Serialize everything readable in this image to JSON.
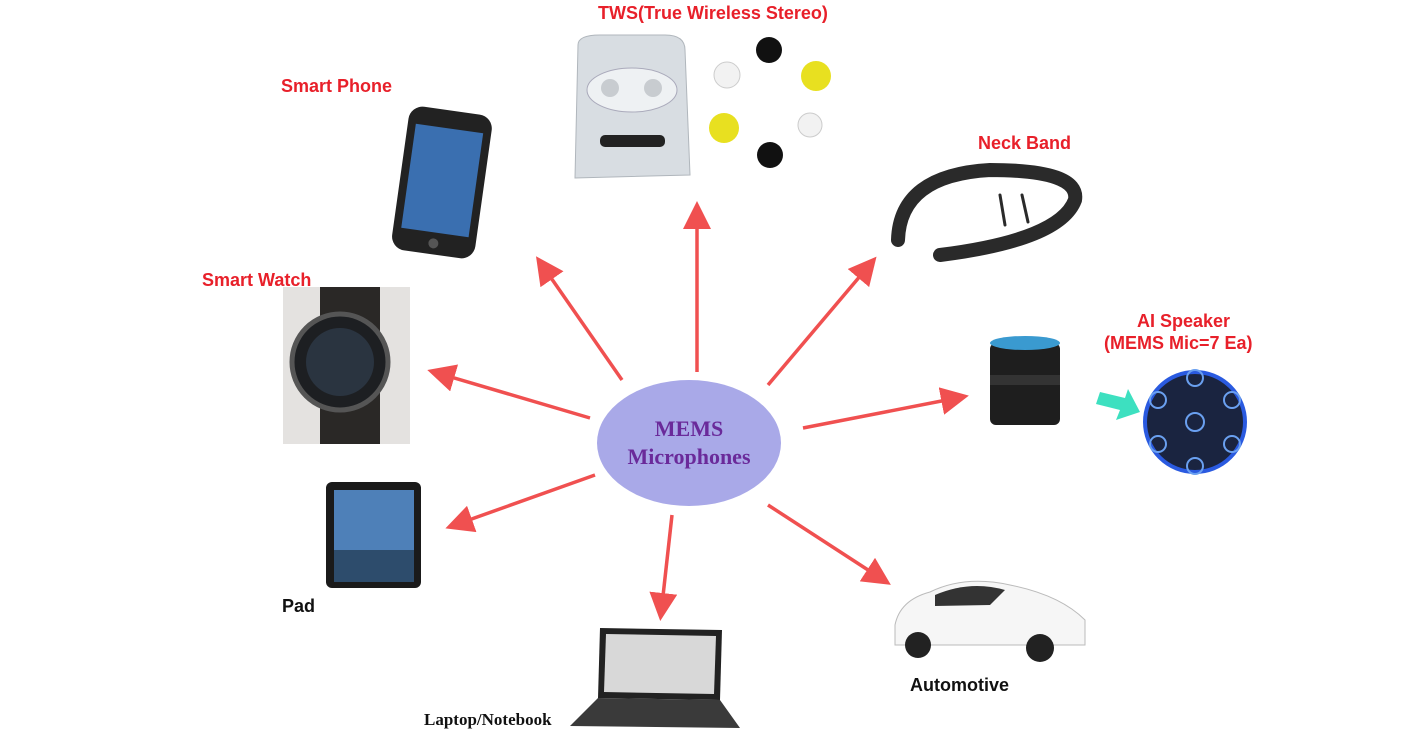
{
  "center": {
    "line1": "MEMS",
    "line2": "Microphones"
  },
  "nodes": {
    "tws": "TWS(True Wireless Stereo)",
    "smart_phone": "Smart Phone",
    "neck_band": "Neck Band",
    "smart_watch": "Smart Watch",
    "ai_speaker_line1": "AI Speaker",
    "ai_speaker_line2": "(MEMS Mic=7 Ea)",
    "pad": "Pad",
    "automotive": "Automotive",
    "laptop": "Laptop/Notebook"
  },
  "colors": {
    "arrow": "#f05050",
    "ellipse": "#a9a9e8",
    "center_text": "#6a2a9a",
    "label_red": "#e8202a",
    "teal_arrow": "#3de0c0"
  }
}
